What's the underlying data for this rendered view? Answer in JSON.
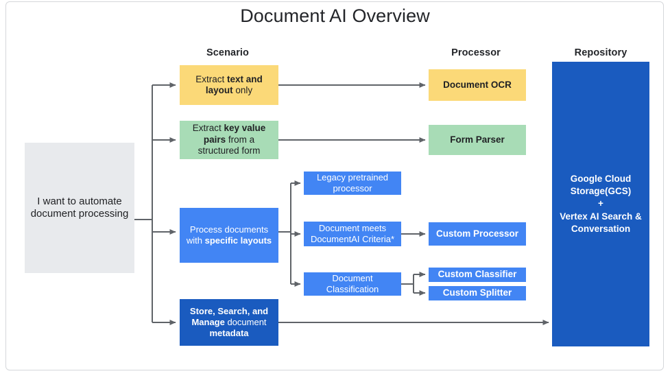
{
  "title": "Document AI Overview",
  "colors": {
    "yellow": "#fbd978",
    "green": "#a8dcb6",
    "blue": "#4285f4",
    "dark_blue": "#1a5bbf",
    "grey": "#e8eaed",
    "arrow": "#5f6368",
    "frame_border": "#d5d7da"
  },
  "columns": [
    {
      "label": "Scenario"
    },
    {
      "label": "Processor"
    },
    {
      "label": "Repository"
    }
  ],
  "start_node": {
    "label": "I want to automate document processing"
  },
  "scenarios": [
    {
      "id": "text-and-layout",
      "color": "yellow",
      "line1_plain": "Extract ",
      "line1_bold": "text and",
      "line2_bold": "layout",
      "line2_plain": " only"
    },
    {
      "id": "key-value-pairs",
      "color": "green",
      "line1_plain": "Extract ",
      "line1_bold": "key value",
      "line2_bold": "pairs",
      "line2_plain": " from a",
      "line3_plain": "structured form"
    },
    {
      "id": "specific-layouts",
      "color": "blue",
      "line1_plain": "Process documents",
      "line2_plain": "with ",
      "line2_bold": "specific layouts"
    },
    {
      "id": "store-search-manage",
      "color": "dark_blue",
      "line1_bold": "Store, Search, and",
      "line2_bold": "Manage",
      "line2_plain": " document",
      "line3_bold": "metadata"
    }
  ],
  "mid_nodes": [
    {
      "id": "legacy-pretrained",
      "line1": "Legacy pretrained",
      "line2": "processor"
    },
    {
      "id": "documentai-criteria",
      "line1": "Document meets",
      "line2": "DocumentAI Criteria*"
    },
    {
      "id": "document-classification",
      "line1": "Document Classification"
    }
  ],
  "processors": [
    {
      "id": "document-ocr",
      "label": "Document OCR",
      "color": "yellow"
    },
    {
      "id": "form-parser",
      "label": "Form Parser",
      "color": "green"
    },
    {
      "id": "custom-processor",
      "label": "Custom Processor",
      "color": "blue"
    },
    {
      "id": "custom-classifier",
      "label": "Custom Classifier",
      "color": "blue"
    },
    {
      "id": "custom-splitter",
      "label": "Custom Splitter",
      "color": "blue"
    }
  ],
  "repository": {
    "line1": "Google Cloud",
    "line2": "Storage(GCS)",
    "line3": "+",
    "line4": "Vertex AI Search &",
    "line5": "Conversation"
  }
}
